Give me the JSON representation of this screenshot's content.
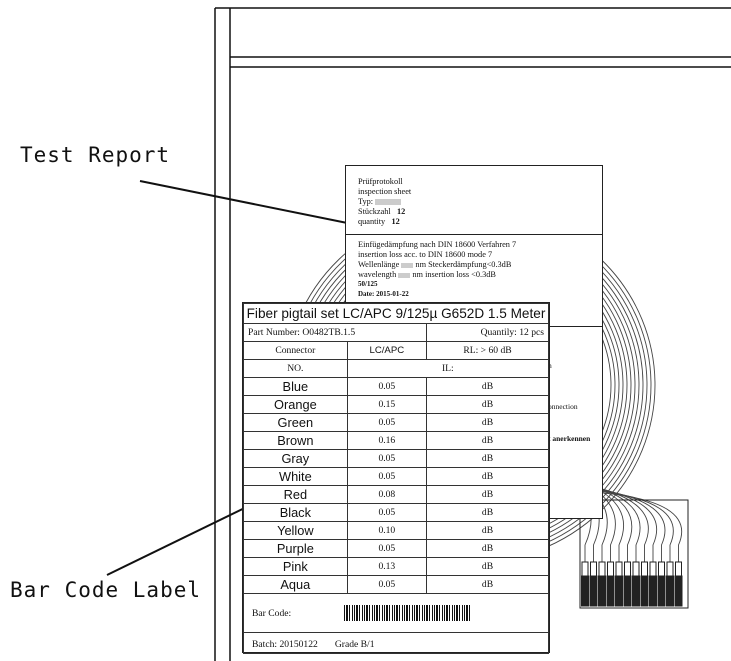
{
  "callouts": {
    "test_report": "Test Report",
    "bar_code_label": "Bar Code Label"
  },
  "sheet": {
    "lines_top": [
      "Prüfprotokoll",
      "inspection sheet",
      "Typ:",
      "Stückzahl",
      "quantity"
    ],
    "quantity": "12",
    "lines_mid": [
      "Einfügedämpfung nach DIN 18600 Verfahren 7",
      "insertion loss acc. to DIN 18600 mode 7",
      "Wellenlänge",
      "nm Steckerdämpfung<0.3dB",
      "wavelength",
      "nm  insertion loss <0.3dB",
      "50/125",
      "Date: 2015-01-22"
    ],
    "peek": [
      "n",
      "onnection",
      "t anerkennen"
    ]
  },
  "label": {
    "title": "Fiber pigtail set LC/APC 9/125µ G652D 1.5 Meter",
    "part_number": "Part Number: O0482TB.1.5",
    "quantity": "Quantily: 12 pcs",
    "connector_label": "Connector",
    "connector_value": "LC/APC",
    "rl": "RL: > 60 dB",
    "no_label": "NO.",
    "il_label": "IL:",
    "unit": "dB",
    "rows": [
      {
        "color": "Blue",
        "il": "0.05"
      },
      {
        "color": "Orange",
        "il": "0.15"
      },
      {
        "color": "Green",
        "il": "0.05"
      },
      {
        "color": "Brown",
        "il": "0.16"
      },
      {
        "color": "Gray",
        "il": "0.05"
      },
      {
        "color": "White",
        "il": "0.05"
      },
      {
        "color": "Red",
        "il": "0.08"
      },
      {
        "color": "Black",
        "il": "0.05"
      },
      {
        "color": "Yellow",
        "il": "0.10"
      },
      {
        "color": "Purple",
        "il": "0.05"
      },
      {
        "color": "Pink",
        "il": "0.13"
      },
      {
        "color": "Aqua",
        "il": "0.05"
      }
    ],
    "bar_code_label": "Bar Code:",
    "batch": "Batch:  20150122",
    "grade": "Grade B/1"
  }
}
